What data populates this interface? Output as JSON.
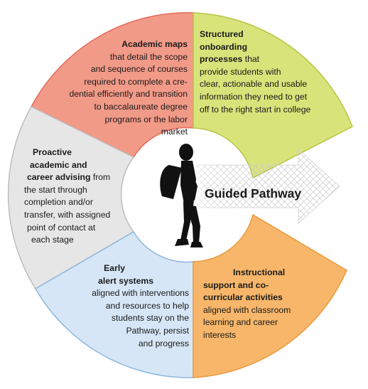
{
  "center": {
    "title": "Guided Pathway",
    "icon": "walking-student-silhouette"
  },
  "segments": {
    "academic_maps": {
      "title": "Academic maps",
      "lines": [
        "that detail the scope",
        "and sequence of courses",
        "required to complete a cre-",
        "dential efficiently and transition",
        "to baccalaureate degree",
        "programs or the labor",
        "market"
      ],
      "color": "#f29a88"
    },
    "onboarding": {
      "title_lines": [
        "Structured",
        "onboarding"
      ],
      "title_last": "processes",
      "first_line_rest": " that",
      "lines": [
        "provide students with",
        "clear, actionable and usable",
        "information they need to get",
        "off to the right start in college"
      ],
      "color": "#d8e37a"
    },
    "advising": {
      "title_lines": [
        "Proactive",
        "academic and"
      ],
      "title_last": "career advising",
      "first_line_rest": " from",
      "lines": [
        "the start through",
        "completion and/or",
        "transfer, with assigned",
        "point of contact at",
        "each stage"
      ],
      "color": "#e6e6e6"
    },
    "alert": {
      "title_lines": [
        "Early",
        "alert systems"
      ],
      "lines": [
        "aligned with interventions",
        "and resources to help",
        "students stay on the",
        "Pathway, persist",
        "and progress"
      ],
      "color": "#d6e6f6"
    },
    "instructional": {
      "title_lines": [
        "Instructional",
        "support and co-",
        "curricular activities"
      ],
      "lines": [
        "aligned with classroom",
        "learning and career",
        "interests"
      ],
      "color": "#f7b66a"
    }
  }
}
